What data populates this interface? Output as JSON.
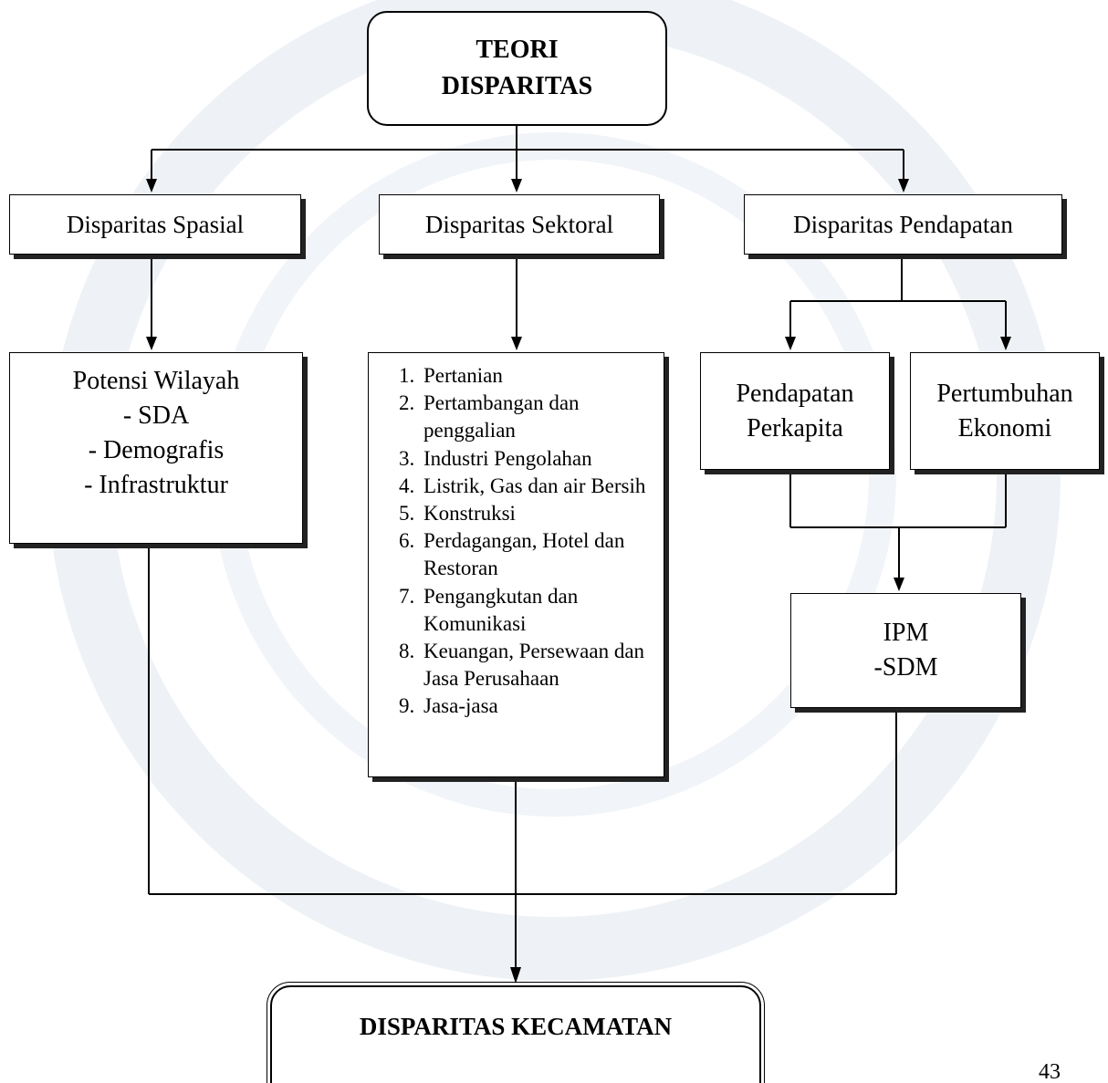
{
  "root": {
    "line1": "TEORI",
    "line2": "DISPARITAS"
  },
  "categories": {
    "spasial": "Disparitas Spasial",
    "sektoral": "Disparitas Sektoral",
    "pendapatan": "Disparitas Pendapatan"
  },
  "potensi": {
    "title": "Potensi Wilayah",
    "items": [
      "- SDA",
      "- Demografis",
      "- Infrastruktur"
    ]
  },
  "sektor_list": [
    "Pertanian",
    "Pertambangan dan penggalian",
    "Industri Pengolahan",
    "Listrik, Gas dan air Bersih",
    "Konstruksi",
    "Perdagangan, Hotel dan Restoran",
    "Pengangkutan dan Komunikasi",
    "Keuangan, Persewaan dan Jasa Perusahaan",
    "Jasa-jasa"
  ],
  "pendapatan_perkapita": {
    "line1": "Pendapatan",
    "line2": "Perkapita"
  },
  "pertumbuhan_ekonomi": {
    "line1": "Pertumbuhan",
    "line2": "Ekonomi"
  },
  "ipm": {
    "line1": "IPM",
    "line2": "-SDM"
  },
  "final": "DISPARITAS KECAMATAN",
  "page_number": "43",
  "colors": {
    "line": "#000000",
    "box_shadow": "#222222",
    "watermark": "#e8edf3"
  }
}
